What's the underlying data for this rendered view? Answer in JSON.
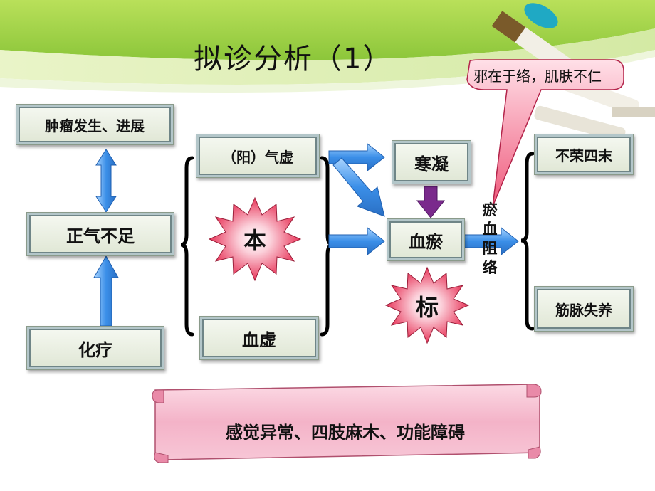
{
  "title": "拟诊分析（1）",
  "callout": "邪在于络，肌肤不仁",
  "boxes": {
    "tumor": "肿瘤发生、进展",
    "qi_deficiency": "正气不足",
    "chemo": "化疗",
    "yang_qi": "（阳）气虚",
    "blood_def": "血虚",
    "cold": "寒凝",
    "stasis": "血瘀",
    "limbs": "不荣四末",
    "tendons": "筋脉失养"
  },
  "stars": {
    "root": "本",
    "branch": "标"
  },
  "vertical_label": [
    "瘀",
    "血",
    "阻",
    "络"
  ],
  "scroll": "感觉异常、四肢麻木、功能障碍",
  "colors": {
    "arrow_blue": "#3b8fe8",
    "arrow_purple": "#7a2a8c",
    "star_red": "#e8365a",
    "scroll_pink": "#f2a7c0",
    "green_band": "#9fd43a"
  }
}
